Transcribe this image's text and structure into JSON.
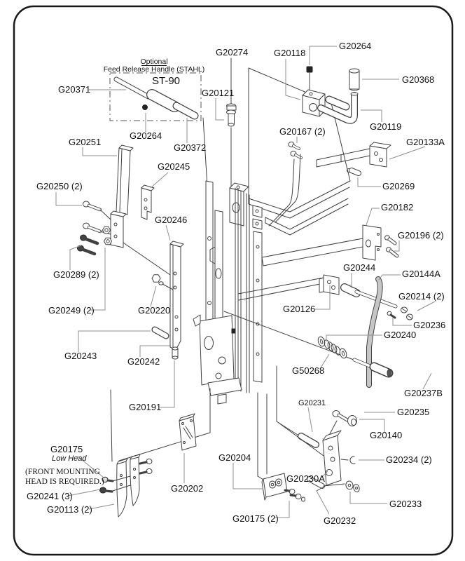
{
  "drawing": {
    "type": "exploded-parts-diagram",
    "colors": {
      "background": "#ffffff",
      "border": "#1a1a1a",
      "line": "#404040",
      "leader": "#8f8f8f",
      "text": "#111111"
    },
    "optional_box": {
      "title": "Optional",
      "subtitle": "Feed Release Handle (STAHL)",
      "model": "ST-90"
    },
    "note": {
      "line1": "(FRONT MOUNTING",
      "line2": "HEAD IS REQUIRED.)"
    },
    "labels": {
      "g20274": "G20274",
      "g20118": "G20118",
      "g20264": "G20264",
      "g20368": "G20368",
      "g20371": "G20371",
      "g20121": "G20121",
      "g20119": "G20119",
      "g20372": "G20372",
      "g20167": "G20167 (2)",
      "g20133a": "G20133A",
      "g20251": "G20251",
      "g20245": "G20245",
      "g20250": "G20250 (2)",
      "g20269": "G20269",
      "g20246": "G20246",
      "g20182": "G20182",
      "g20196": "G20196 (2)",
      "g20289": "G20289 (2)",
      "g20244": "G20244",
      "g20144a": "G20144A",
      "g20249": "G20249 (2)",
      "g20220": "G20220",
      "g20214": "G20214 (2)",
      "g20126": "G20126",
      "g20236": "G20236",
      "g20240": "G20240",
      "g20243": "G20243",
      "g20242": "G20242",
      "g50268": "G50268",
      "g20237b": "G20237B",
      "g20191": "G20191",
      "g20231": "G20231",
      "g20235": "G20235",
      "g20140": "G20140",
      "g20175": "G20175",
      "g20175_low": "Low Head",
      "g20234": "G20234 (2)",
      "g20204": "G20204",
      "g20230a": "G20230A",
      "g20241": "G20241 (3)",
      "g20202": "G20202",
      "g20233": "G20233",
      "g20113": "G20113 (2)",
      "g20175_2": "G20175 (2)",
      "g20232": "G20232"
    }
  }
}
